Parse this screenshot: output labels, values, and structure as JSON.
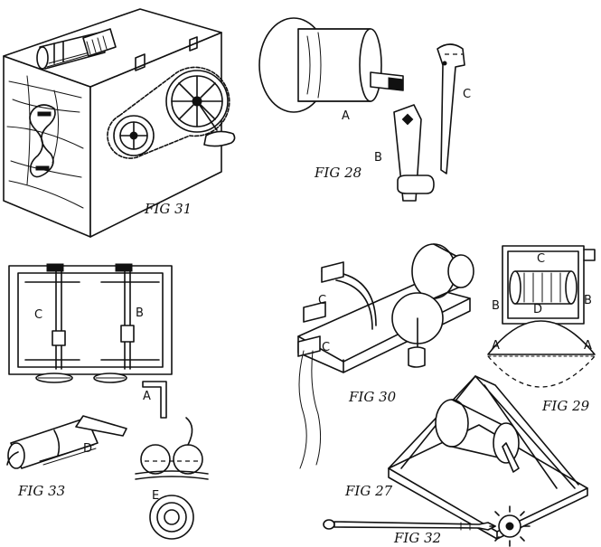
{
  "figures": {
    "fig31": {
      "caption": "FIG 31"
    },
    "fig28": {
      "caption": "FIG 28",
      "parts": {
        "a": "A",
        "b": "B",
        "c": "C"
      }
    },
    "fig30": {
      "caption": "FIG 30",
      "parts": {
        "c_top": "C",
        "c_bottom": "C"
      }
    },
    "fig29": {
      "caption": "FIG 29",
      "parts": {
        "a_left": "A",
        "a_right": "A",
        "b_left": "B",
        "b_right": "B",
        "c": "C",
        "d": "D"
      }
    },
    "fig33": {
      "caption": "FIG 33",
      "parts": {
        "a": "A",
        "b": "B",
        "c": "C",
        "d": "D",
        "e": "E"
      }
    },
    "fig27": {
      "caption": "FIG 27"
    },
    "fig32": {
      "caption": "FIG 32"
    }
  }
}
